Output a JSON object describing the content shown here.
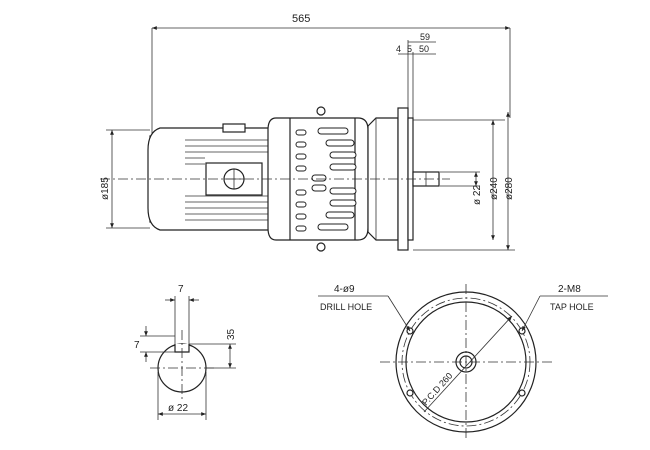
{
  "overall_length": "565",
  "flange_total": "59",
  "flange_gap": "4",
  "flange_mid": "5",
  "flange_depth": "50",
  "motor_dia": "ø185",
  "shaft_dia_side": "ø 22",
  "pilot_dia": "ø240",
  "flange_dia": "ø280",
  "key_width": "7",
  "key_height": "35",
  "key_depth": "7",
  "shaft_dia_end": "ø 22",
  "drill_hole_qty": "4-ø9",
  "drill_hole_label": "DRILL HOLE",
  "tap_hole_qty": "2-M8",
  "tap_hole_label": "TAP HOLE",
  "pcd": "P.C.D 260"
}
